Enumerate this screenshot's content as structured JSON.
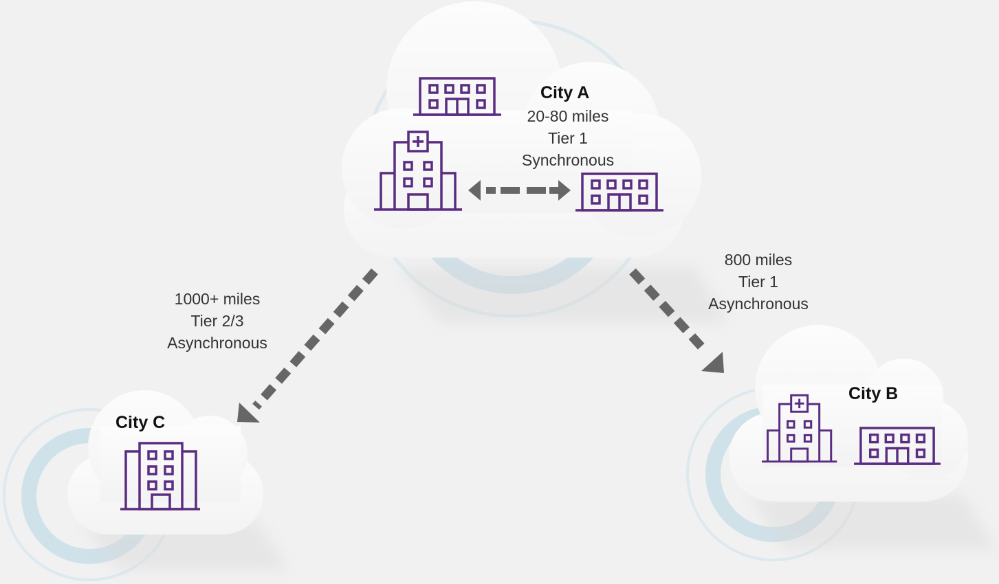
{
  "colors": {
    "background": "#f1f1f1",
    "cloud": "#fafafa",
    "building_stroke": "#5a2d82",
    "arrow": "#666666",
    "halo": "#c9dde6"
  },
  "icons": {
    "hospital": "hospital-building-icon",
    "office": "office-building-icon",
    "tower": "tower-building-icon"
  },
  "city_a": {
    "name": "City A",
    "distance": "20-80 miles",
    "tier": "Tier 1",
    "mode": "Synchronous"
  },
  "city_b": {
    "name": "City B"
  },
  "city_c": {
    "name": "City C"
  },
  "link_a_b": {
    "distance": "800 miles",
    "tier": "Tier 1",
    "mode": "Asynchronous"
  },
  "link_a_c": {
    "distance": "1000+ miles",
    "tier": "Tier 2/3",
    "mode": "Asynchronous"
  }
}
